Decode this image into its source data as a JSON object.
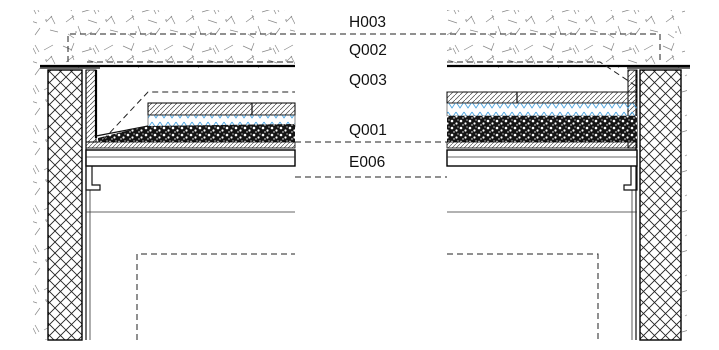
{
  "drawing": {
    "labels": {
      "h003": "H003",
      "q002": "Q002",
      "q003": "Q003",
      "q001": "Q001",
      "e006": "E006"
    }
  }
}
